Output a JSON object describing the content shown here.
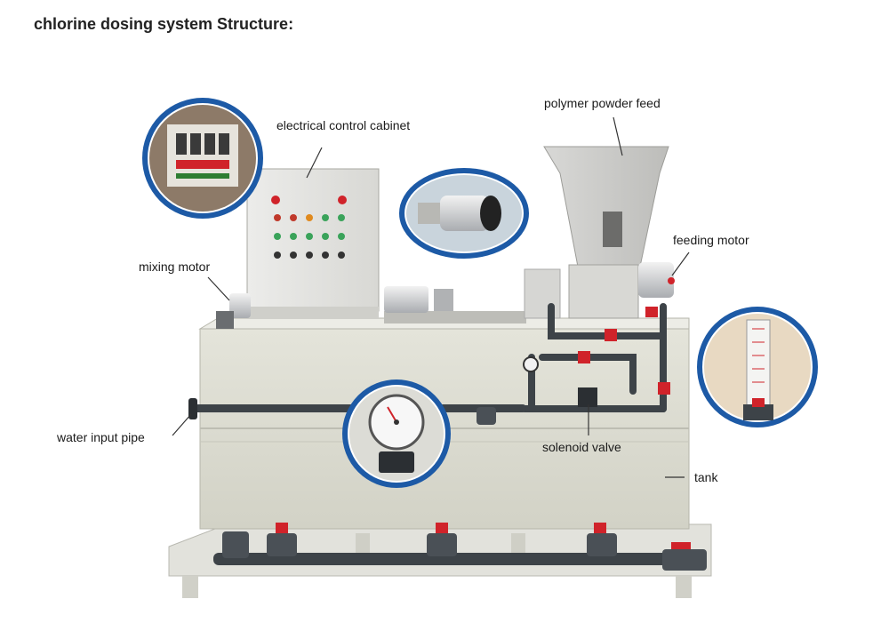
{
  "title": "chlorine dosing system Structure:",
  "labels": {
    "electrical_control_cabinet": "electrical control cabinet",
    "polymer_powder_feed": "polymer powder feed",
    "feeding_motor": "feeding motor",
    "mixing_motor": "mixing motor",
    "water_input_pipe": "water input pipe",
    "solenoid_valve": "solenoid valve",
    "tank": "tank"
  },
  "colors": {
    "tank": "#dcdcd0",
    "pipe": "#3d4348",
    "valve": "#d0232a",
    "callout_ring": "#1d5aa6",
    "cabinet": "#e6e6e2"
  }
}
